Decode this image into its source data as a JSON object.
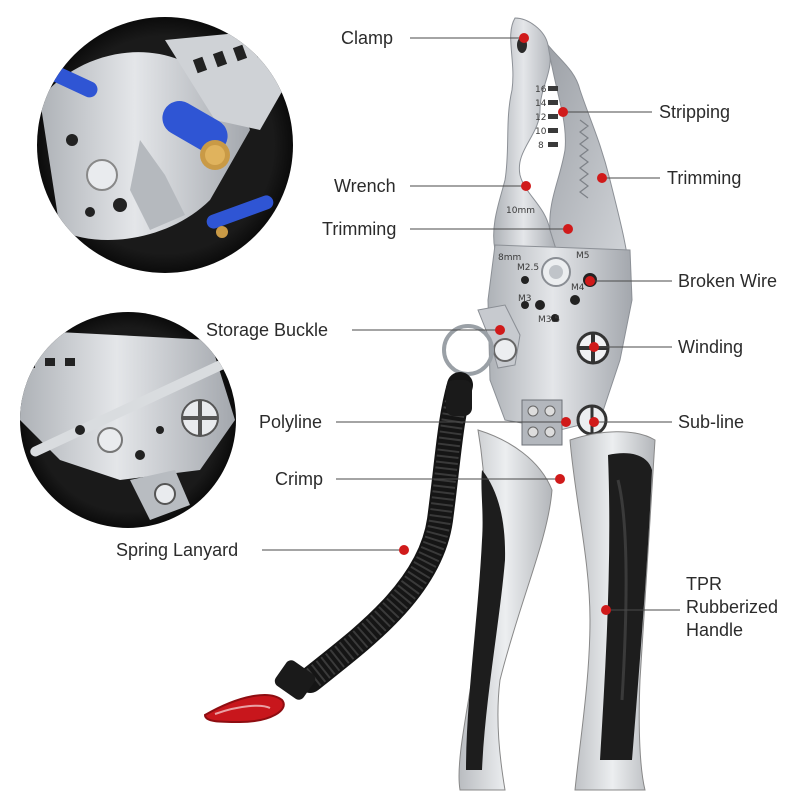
{
  "callouts": [
    {
      "id": "clamp",
      "text": "Clamp"
    },
    {
      "id": "stripping",
      "text": "Stripping"
    },
    {
      "id": "wrench",
      "text": "Wrench"
    },
    {
      "id": "trimming_right",
      "text": "Trimming"
    },
    {
      "id": "trimming_left",
      "text": "Trimming"
    },
    {
      "id": "broken_wire",
      "text": "Broken Wire"
    },
    {
      "id": "storage_buckle",
      "text": "Storage Buckle"
    },
    {
      "id": "winding",
      "text": "Winding"
    },
    {
      "id": "polyline",
      "text": "Polyline"
    },
    {
      "id": "sub_line",
      "text": "Sub-line"
    },
    {
      "id": "crimp",
      "text": "Crimp"
    },
    {
      "id": "spring_lanyard",
      "text": "Spring Lanyard"
    },
    {
      "id": "tpr_handle",
      "text": "TPR Rubberized Handle"
    }
  ],
  "tool_markings": {
    "gauges": [
      "16",
      "14",
      "12",
      "10",
      "8"
    ],
    "wrench_size": "10mm",
    "thread_sizes": [
      "8mm",
      "M2.5",
      "M3",
      "M3.5",
      "M4",
      "M5"
    ]
  },
  "colors": {
    "dot": "#d01a1a",
    "leader": "#4a4a4a",
    "steel": "#c9ccd0",
    "handle_grey": "#d6d8db",
    "handle_black": "#1d1d1d",
    "carabiner": "#c8161c",
    "wire_blue": "#2f55d4"
  }
}
